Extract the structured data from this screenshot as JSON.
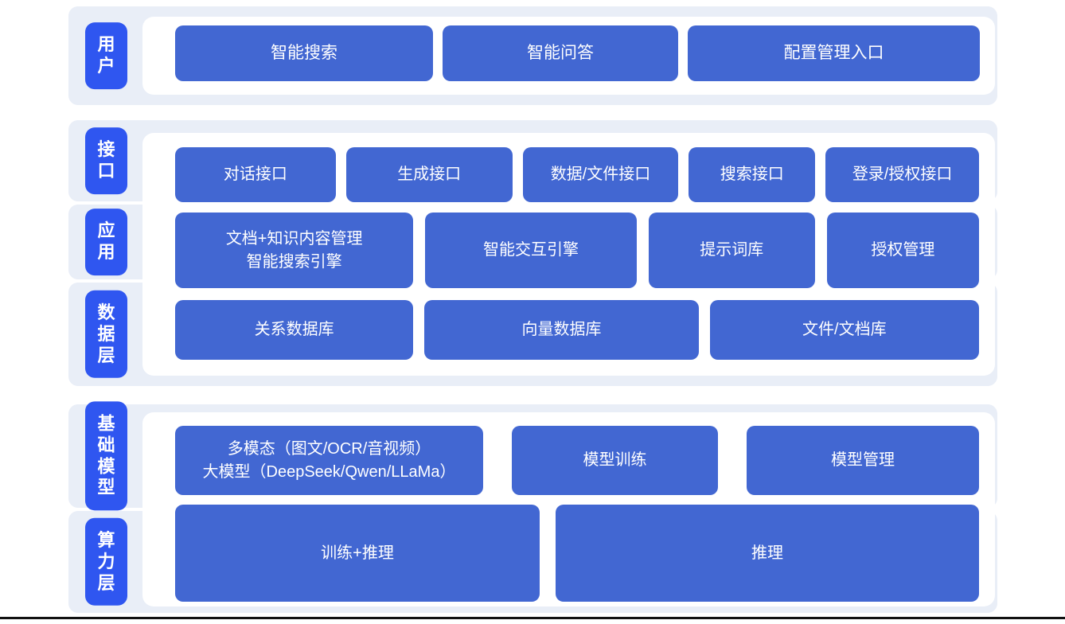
{
  "colors": {
    "band_bg": "#e9eef7",
    "panel_bg": "#ffffff",
    "label_bg": "#2f56f0",
    "block_bg": "#4267d2",
    "divider": "#111111"
  },
  "diagram": {
    "groups": [
      {
        "bands": [
          {
            "label": "用户"
          }
        ],
        "rows": [
          {
            "buttons": [
              {
                "label": "智能搜索"
              },
              {
                "label": "智能问答"
              },
              {
                "label": "配置管理入口"
              }
            ]
          }
        ]
      },
      {
        "bands": [
          {
            "label": "接口"
          },
          {
            "label": "应用"
          },
          {
            "label": "数据层"
          }
        ],
        "rows": [
          {
            "buttons": [
              {
                "label": "对话接口"
              },
              {
                "label": "生成接口"
              },
              {
                "label": "数据/文件接口"
              },
              {
                "label": "搜索接口"
              },
              {
                "label": "登录/授权接口"
              }
            ]
          },
          {
            "buttons": [
              {
                "label": "文档+知识内容管理\n智能搜索引擎"
              },
              {
                "label": "智能交互引擎"
              },
              {
                "label": "提示词库"
              },
              {
                "label": "授权管理"
              }
            ]
          },
          {
            "buttons": [
              {
                "label": "关系数据库"
              },
              {
                "label": "向量数据库"
              },
              {
                "label": "文件/文档库"
              }
            ]
          }
        ]
      },
      {
        "bands": [
          {
            "label": "基础模型"
          },
          {
            "label": "算力层"
          }
        ],
        "rows": [
          {
            "buttons": [
              {
                "label": "多模态（图文/OCR/音视频）\n大模型（DeepSeek/Qwen/LLaMa）"
              },
              {
                "label": "模型训练"
              },
              {
                "label": "模型管理"
              }
            ]
          },
          {
            "buttons": [
              {
                "label": "训练+推理"
              },
              {
                "label": "推理"
              }
            ]
          }
        ]
      }
    ]
  }
}
